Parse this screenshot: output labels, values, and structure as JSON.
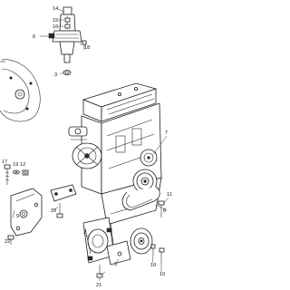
{
  "callouts": [
    {
      "id": "c2",
      "label": "2"
    },
    {
      "id": "c3",
      "label": "3"
    },
    {
      "id": "c6",
      "label": "6"
    },
    {
      "id": "c7",
      "label": "7"
    },
    {
      "id": "c8",
      "label": "8"
    },
    {
      "id": "c9",
      "label": "9"
    },
    {
      "id": "c10",
      "label": "10"
    },
    {
      "id": "c11",
      "label": "11"
    },
    {
      "id": "c12",
      "label": "12"
    },
    {
      "id": "c14",
      "label": "14"
    },
    {
      "id": "c15",
      "label": "15"
    },
    {
      "id": "c16",
      "label": "16"
    },
    {
      "id": "c17",
      "label": "17"
    },
    {
      "id": "c18",
      "label": "18"
    },
    {
      "id": "c19",
      "label": "19"
    },
    {
      "id": "c20",
      "label": "20"
    },
    {
      "id": "c21",
      "label": "21"
    },
    {
      "id": "c22",
      "label": "22"
    }
  ]
}
